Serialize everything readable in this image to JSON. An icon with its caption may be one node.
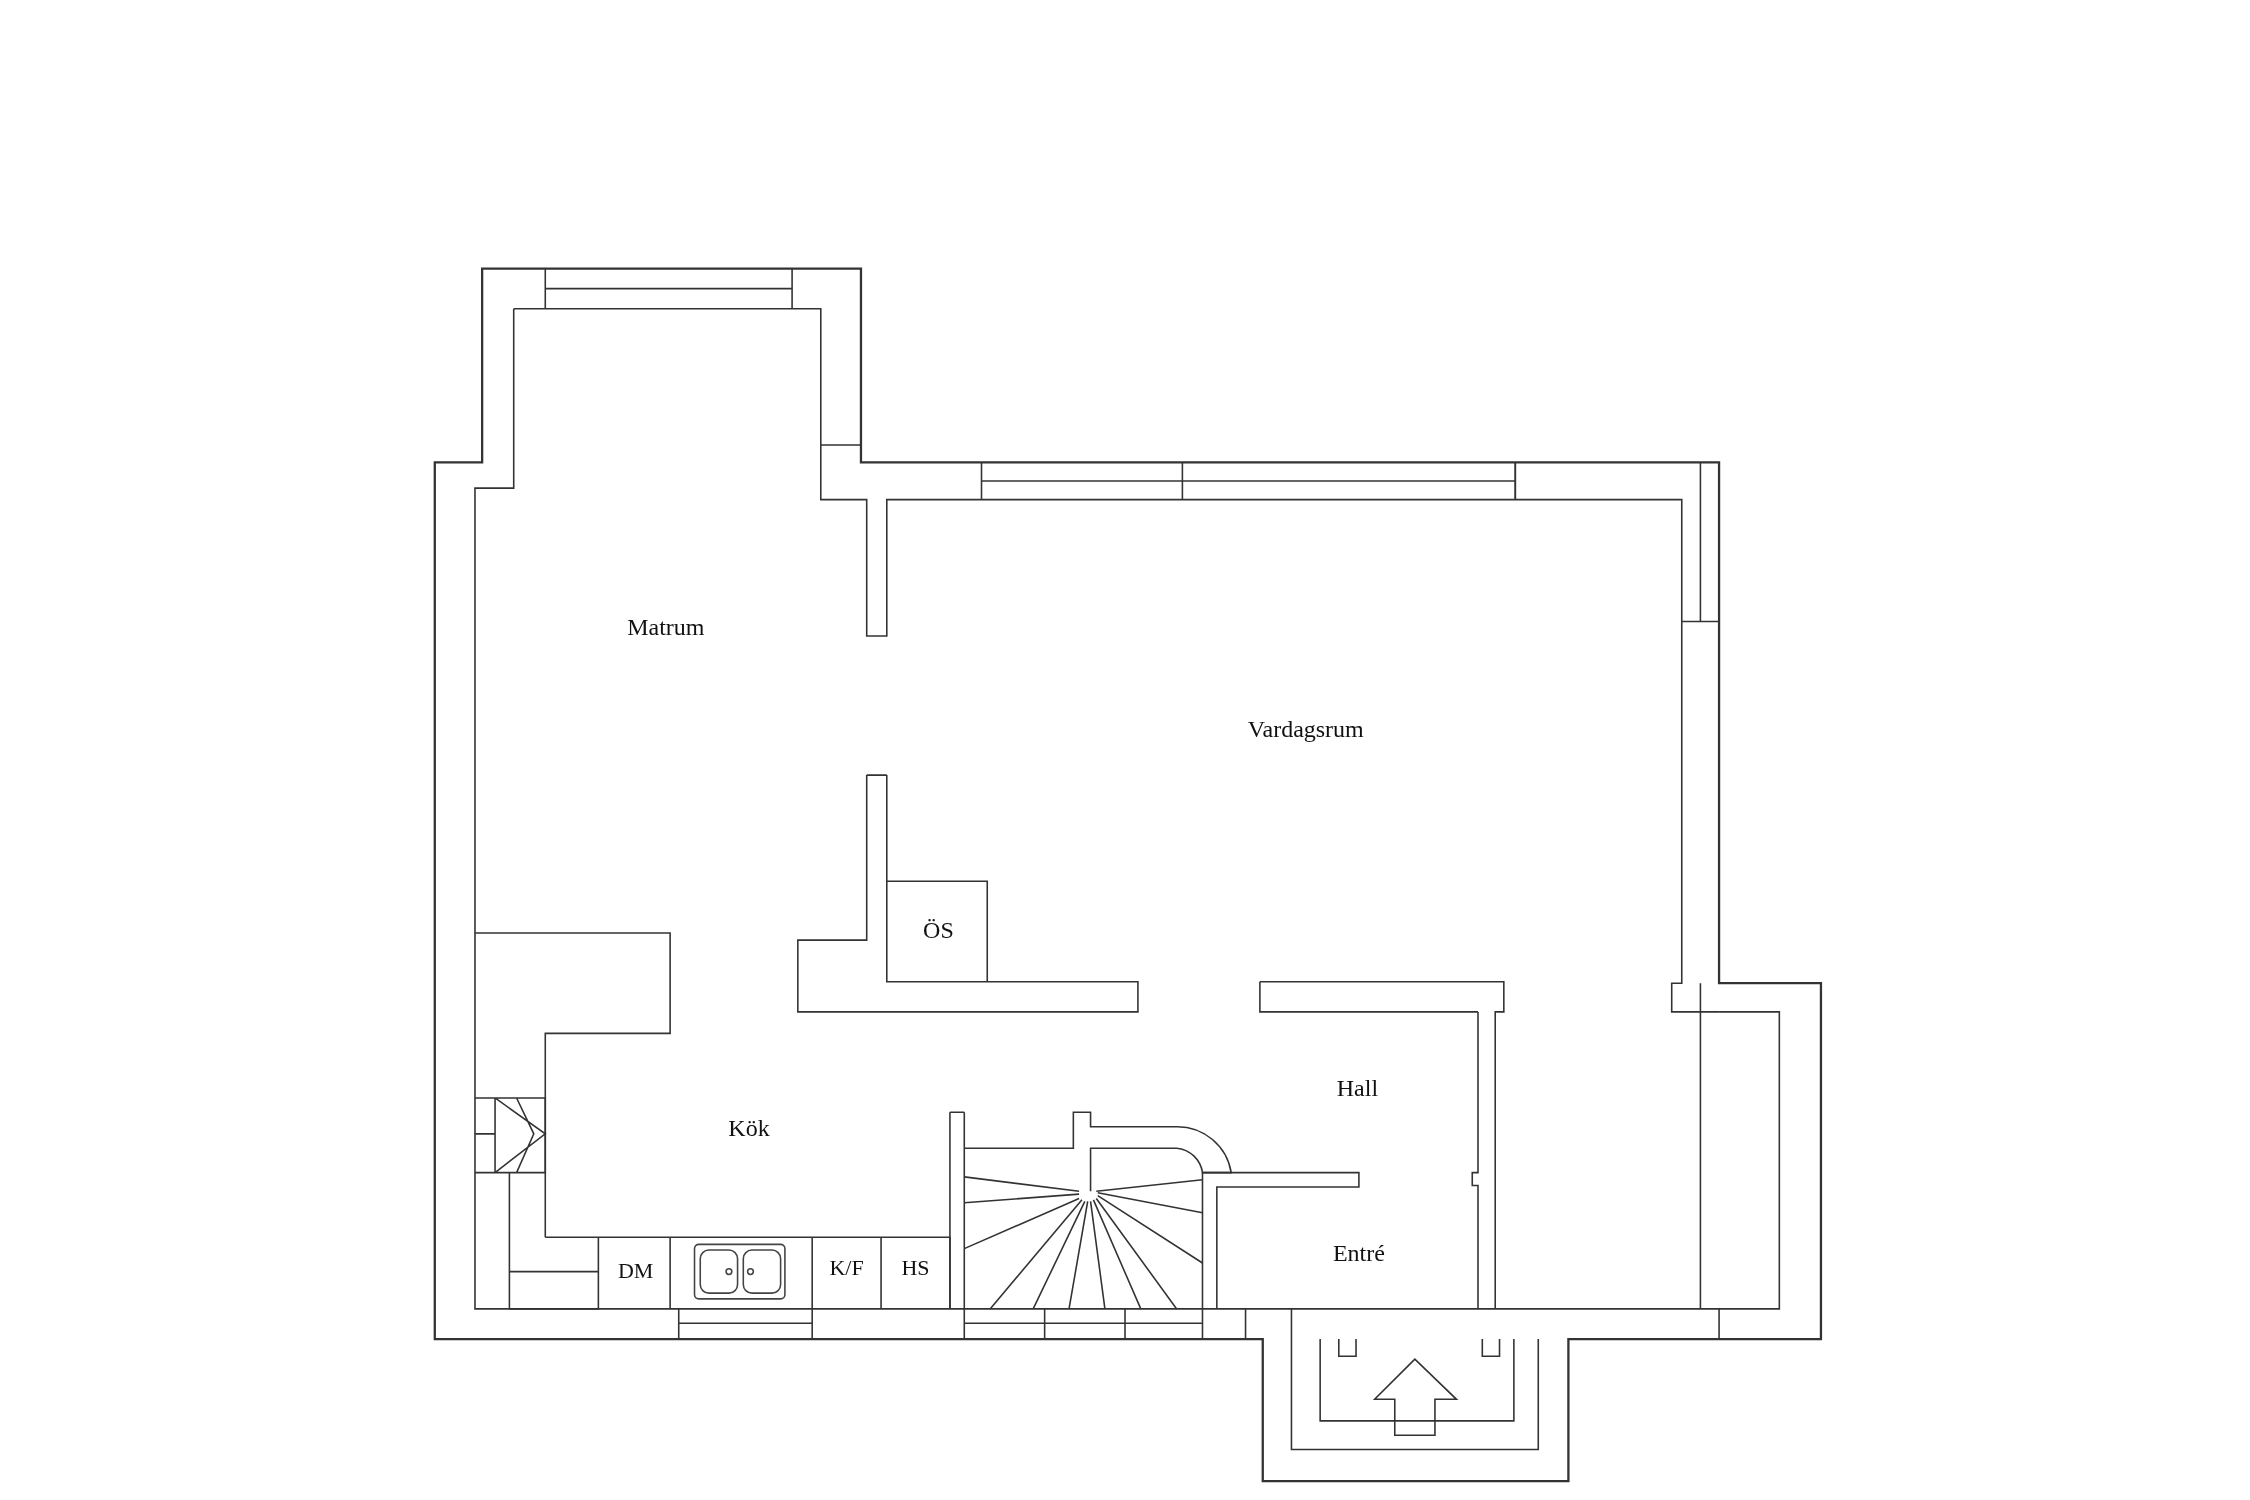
{
  "diagram": {
    "labels": [
      "Matrum",
      "Vardagsrum",
      "ÖS",
      "Kök",
      "Hall",
      "DM",
      "K/F",
      "HS",
      "Entré"
    ]
  }
}
